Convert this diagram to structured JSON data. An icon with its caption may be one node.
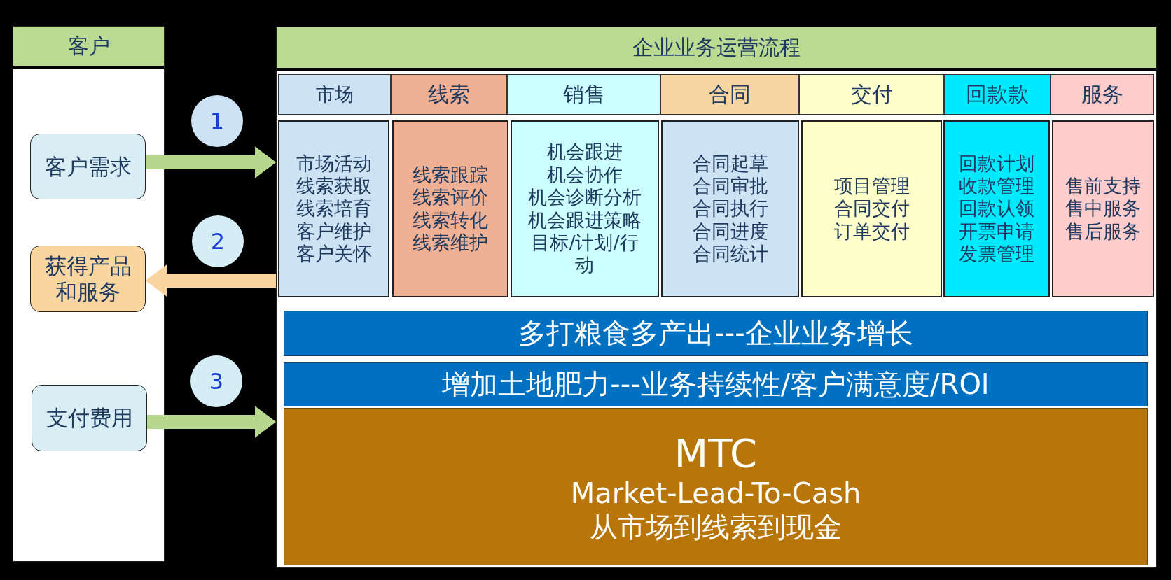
{
  "diagram": {
    "nodes": [
      {
        "text": [
          "客户"
        ]
      },
      {
        "text": [
          "客户需求"
        ],
        "in": 0
      },
      {
        "text": [
          "获得产品和服务"
        ],
        "in": 0
      },
      {
        "text": [
          "支付费用"
        ],
        "in": 0
      },
      {
        "text": [
          "1"
        ]
      },
      {
        "text": [
          "2"
        ]
      },
      {
        "text": [
          "3"
        ]
      },
      {
        "text": [
          "企业业务运营流程"
        ]
      },
      {
        "text": [
          "市场"
        ],
        "in": 7
      },
      {
        "text": [
          "线索"
        ],
        "in": 7
      },
      {
        "text": [
          "销售"
        ],
        "in": 7
      },
      {
        "text": [
          "合同"
        ],
        "in": 7
      },
      {
        "text": [
          "交付"
        ],
        "in": 7
      },
      {
        "text": [
          "回款款"
        ],
        "in": 7
      },
      {
        "text": [
          "服务"
        ],
        "in": 7
      },
      {
        "text": [
          "市场活动",
          "线索获取",
          "线索培育",
          "客户维护",
          "客户关怀"
        ],
        "in": 7
      },
      {
        "text": [
          "线索跟踪",
          "线索评价",
          "线索转化",
          "线索维护"
        ],
        "in": 7
      },
      {
        "text": [
          "机会跟进",
          "机会协作",
          "机会诊断分析",
          "机会跟进策略",
          "目标/计划/行动"
        ],
        "in": 7
      },
      {
        "text": [
          "合同起草",
          "合同审批",
          "合同执行",
          "合同进度",
          "合同统计"
        ],
        "in": 7
      },
      {
        "text": [
          "项目管理",
          "合同交付",
          "订单交付"
        ],
        "in": 7
      },
      {
        "text": [
          "回款计划",
          "收款管理",
          "回款认领",
          "开票申请",
          "发票管理"
        ],
        "in": 7
      },
      {
        "text": [
          "售前支持",
          "售中服务",
          "售后服务"
        ],
        "in": 7
      },
      {
        "text": [
          "多打粮食多产出---企业业务增长"
        ],
        "in": 7
      },
      {
        "text": [
          "增加土地肥力---业务持续性/客户满意度/ROI"
        ],
        "in": 7
      },
      {
        "text": [
          "MTC",
          "Market-Lead-To-Cash",
          "从市场到线索到现金"
        ],
        "in": 7
      }
    ],
    "edges": [
      {
        "from": 1,
        "to": 7,
        "arrow": "to"
      },
      {
        "from": 7,
        "to": 2,
        "arrow": "to",
        "color": "#f9d49e"
      },
      {
        "from": 3,
        "to": 7,
        "arrow": "to"
      }
    ]
  }
}
